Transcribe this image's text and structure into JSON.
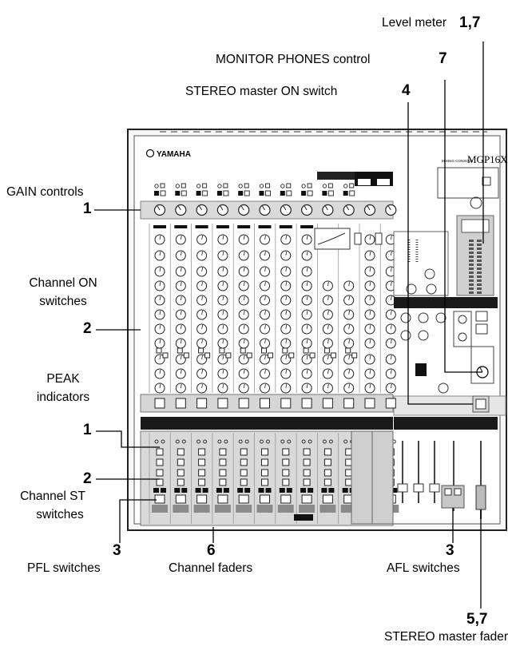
{
  "mixer": {
    "brand": "YAMAHA",
    "subtitle": "MIXING CONSOLE",
    "model": "MGP16X"
  },
  "callouts": {
    "level_meter": {
      "label": "Level meter",
      "num": "1,7"
    },
    "monitor_phones": {
      "label": "MONITOR PHONES control",
      "num": "7"
    },
    "stereo_on": {
      "label": "STEREO master ON switch",
      "num": "4"
    },
    "gain": {
      "label": "GAIN controls",
      "num": "1"
    },
    "channel_on": {
      "label_line1": "Channel ON",
      "label_line2": "switches",
      "num": "2"
    },
    "peak": {
      "label_line1": "PEAK",
      "label_line2": "indicators",
      "num": "1"
    },
    "on_lower": {
      "num": "2"
    },
    "channel_st": {
      "label_line1": "Channel ST",
      "label_line2": "switches"
    },
    "pfl": {
      "label": "PFL switches",
      "num": "3"
    },
    "faders": {
      "label": "Channel faders",
      "num": "6"
    },
    "afl": {
      "label": "AFL switches",
      "num": "3"
    },
    "stereo_fader": {
      "label": "STEREO master fader",
      "num": "5,7"
    }
  }
}
